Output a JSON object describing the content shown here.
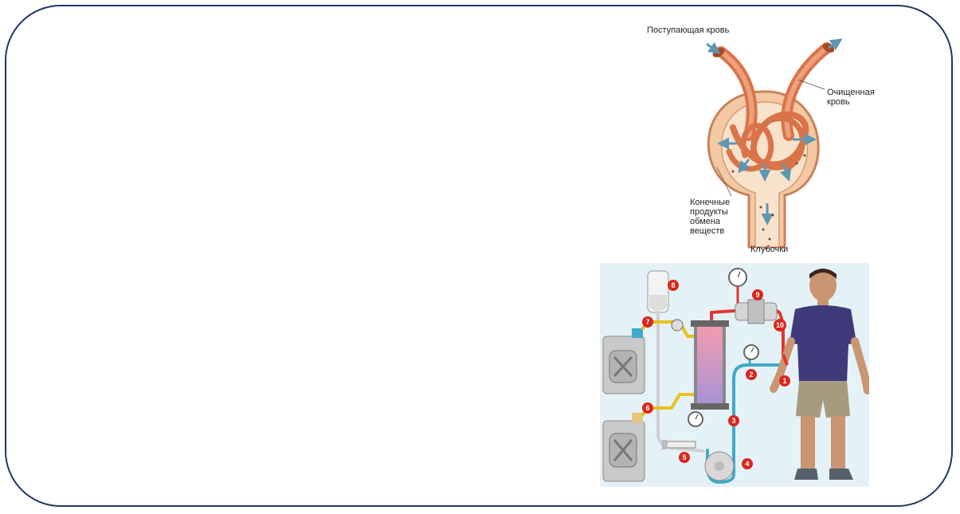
{
  "diagram": {
    "nephron": {
      "labels": {
        "incoming_blood": "Поступающая кровь",
        "cleaned_blood": "Очищенная\nкровь",
        "waste_products": "Конечные\nпродукты\nобмена\nвеществ",
        "glomeruli": "Клубочки"
      }
    },
    "dialysis": {
      "markers": [
        "1",
        "2",
        "3",
        "4",
        "5",
        "6",
        "7",
        "8",
        "9",
        "10"
      ]
    }
  },
  "colors": {
    "frame_border": "#1f3864",
    "vessel": "#d9744a",
    "capsule": "#f3c7a0",
    "arrow": "#6aa2bb",
    "marker_red": "#d9261c",
    "tube_red": "#e3342f",
    "tube_blue": "#3fa9c9",
    "tube_yellow": "#e8c020",
    "panel_bg": "#e4f2f8"
  }
}
